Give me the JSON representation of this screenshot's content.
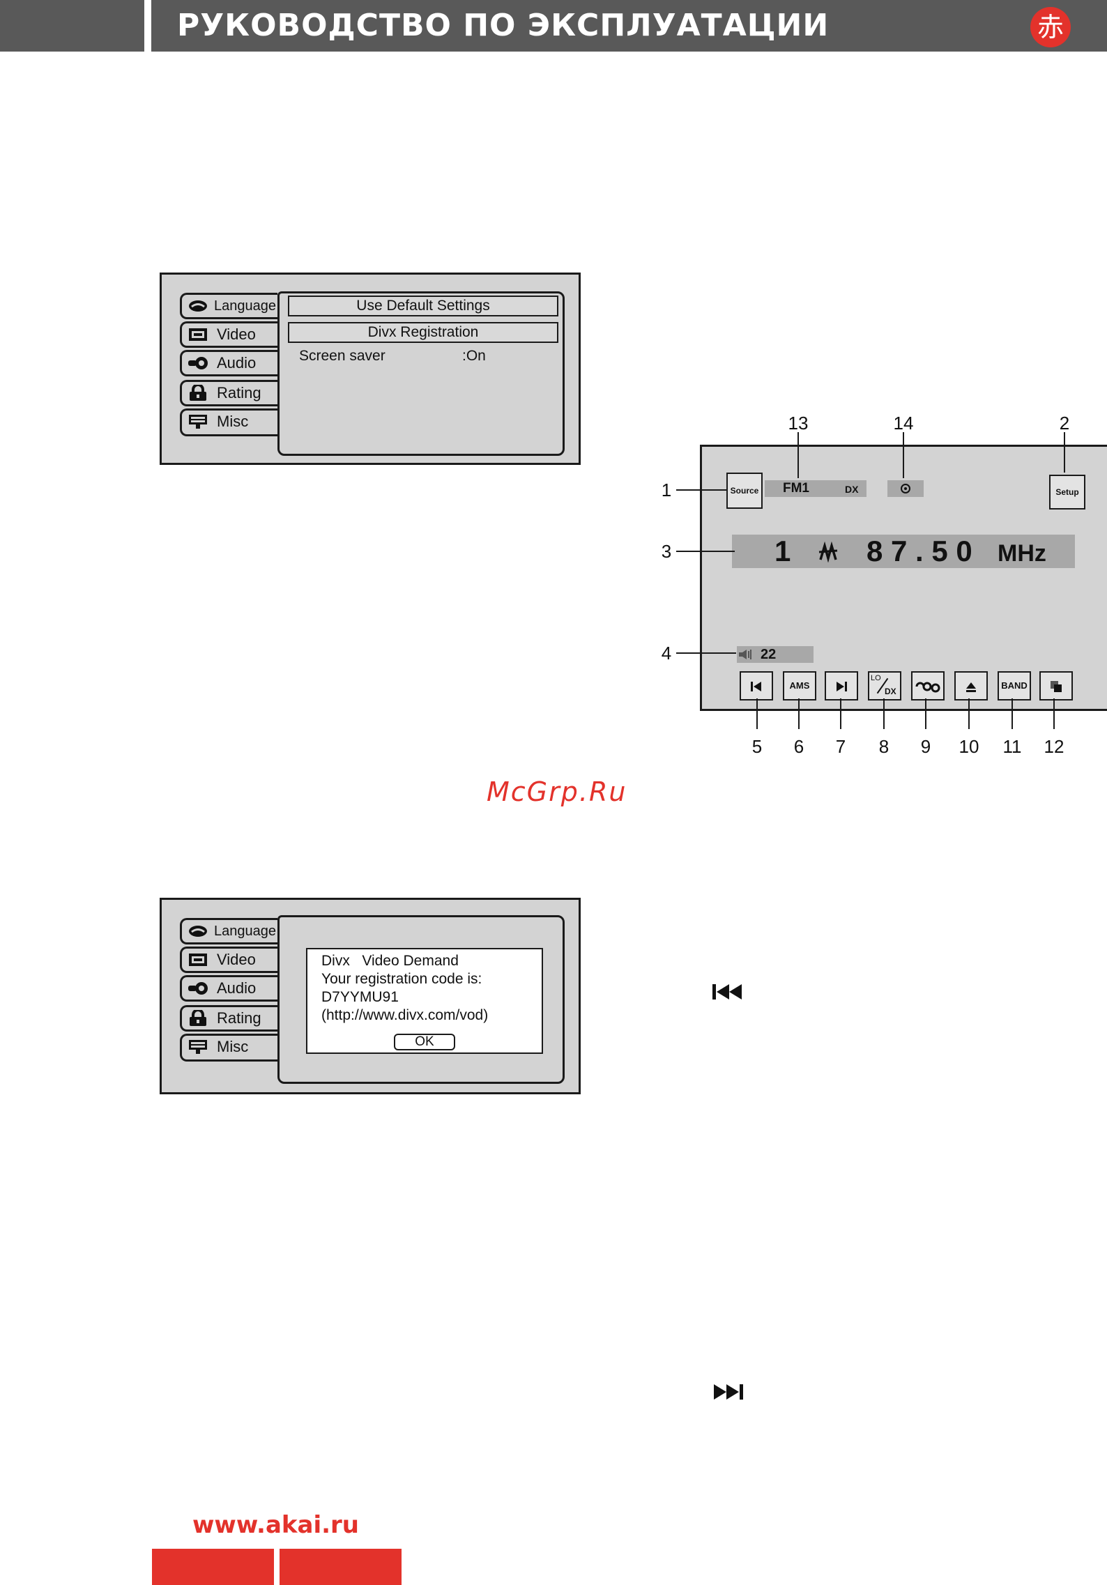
{
  "header": {
    "title": "РУКОВОДСТВО ПО ЭКСПЛУАТАЦИИ",
    "logo": "赤"
  },
  "setup_menu_1": {
    "tabs": [
      {
        "label": "Language",
        "icon": "language-icon"
      },
      {
        "label": "Video",
        "icon": "video-icon"
      },
      {
        "label": "Audio",
        "icon": "audio-icon"
      },
      {
        "label": "Rating",
        "icon": "rating-lock-icon"
      },
      {
        "label": "Misc",
        "icon": "misc-icon"
      }
    ],
    "items": {
      "default_settings": "Use Default Settings",
      "divx_registration": "Divx Registration",
      "screen_saver_label": "Screen saver",
      "screen_saver_value": ":On"
    }
  },
  "setup_menu_2": {
    "tabs": [
      {
        "label": "Language",
        "icon": "language-icon"
      },
      {
        "label": "Video",
        "icon": "video-icon"
      },
      {
        "label": "Audio",
        "icon": "audio-icon"
      },
      {
        "label": "Rating",
        "icon": "rating-lock-icon"
      },
      {
        "label": "Misc",
        "icon": "misc-icon"
      }
    ],
    "dialog": {
      "line1": "Divx   Video Demand",
      "line2": "Your registration code is:",
      "line3": "D7YYMU91",
      "line4": "(http://www.divx.com/vod)",
      "ok": "OK"
    }
  },
  "radio": {
    "source_button": "Source",
    "setup_button": "Setup",
    "band_display": "FM1",
    "dx_indicator": "DX",
    "preset": "1",
    "frequency": "8 7 . 5 0",
    "unit": "MHz",
    "volume": "22",
    "buttons": {
      "ams": "AMS",
      "lo": "LO",
      "dx": "DX",
      "band": "BAND"
    },
    "callouts": [
      "1",
      "2",
      "3",
      "4",
      "5",
      "6",
      "7",
      "8",
      "9",
      "10",
      "11",
      "12",
      "13",
      "14"
    ]
  },
  "watermark": "McGrp.Ru",
  "footer": {
    "url": "www.akai.ru"
  },
  "icons": {
    "prev_track": "previous-track-icon",
    "next_track": "next-track-icon"
  },
  "colors": {
    "accent": "#e3322b",
    "header_bg": "#595959",
    "screen_bg": "#d3d3d3"
  }
}
